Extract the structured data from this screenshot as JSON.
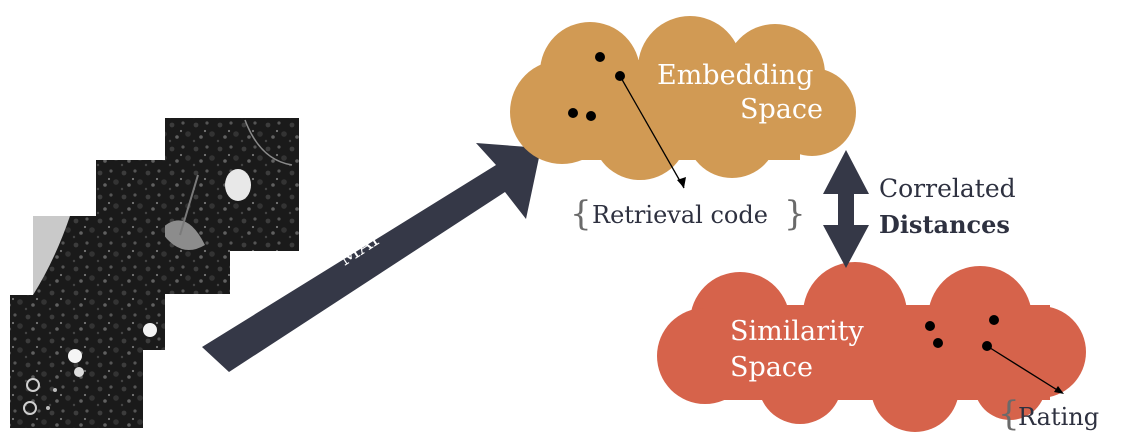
{
  "embedding": {
    "line1": "Embedding",
    "line2": "Space"
  },
  "similarity": {
    "line1": "Similarity",
    "line2": "Space"
  },
  "map_label": "MAP",
  "retrieval_label": "Retrieval code",
  "correlated": {
    "line1": "Correlated",
    "line2": "Distances"
  },
  "rating_label": "Rating",
  "colors": {
    "embedding_cloud": "#d19a54",
    "similarity_cloud": "#d6634b",
    "arrow": "#353847",
    "text_dark": "#2e3140"
  }
}
